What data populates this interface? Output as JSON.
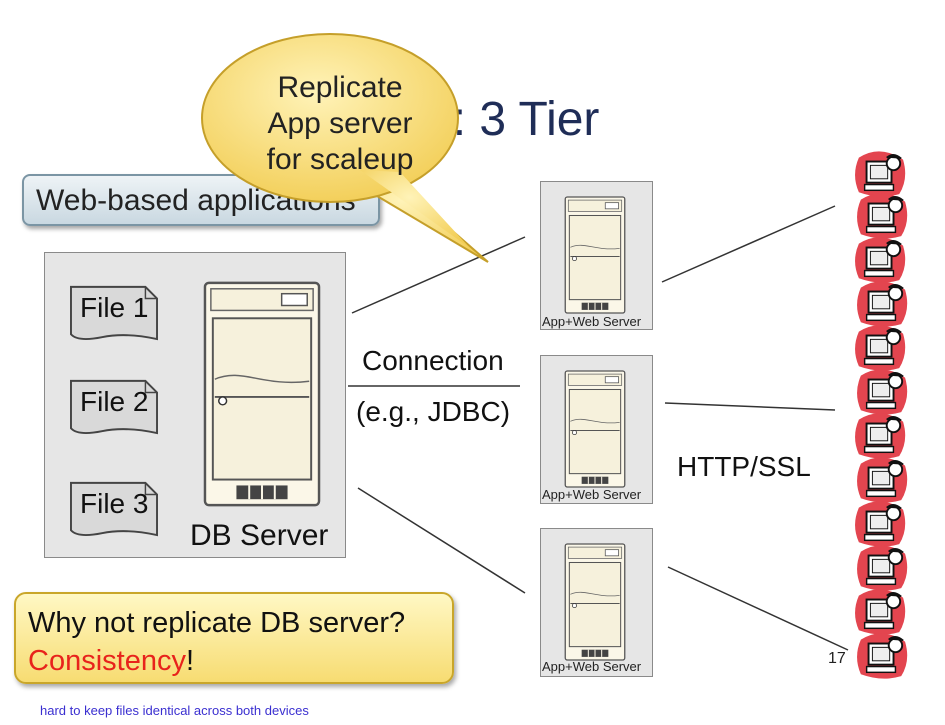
{
  "slide": {
    "title_visible": "ps: 3 Tier",
    "web_apps_label": "Web-based applications",
    "callout_lines": [
      "Replicate",
      "App server",
      "for scaleup"
    ],
    "files": [
      "File 1",
      "File 2",
      "File 3"
    ],
    "db_server_label": "DB Server",
    "connection_label": "Connection",
    "connection_example": "(e.g., JDBC)",
    "app_server_label": "App+Web Server",
    "http_label": "HTTP/SSL",
    "why_question": "Why not replicate DB server?",
    "why_answer": "Consistency",
    "why_answer_suffix": "!",
    "note": "hard to keep files identical across both devices",
    "page_number": "17"
  },
  "colors": {
    "title": "#1f2d57",
    "answer": "#e8231c",
    "note": "#3a2fd0",
    "callout_fill": "#f9de78",
    "crowd_red": "#e3454f"
  },
  "icons": [
    "server-icon",
    "file-icon",
    "user-crowd-icon"
  ]
}
